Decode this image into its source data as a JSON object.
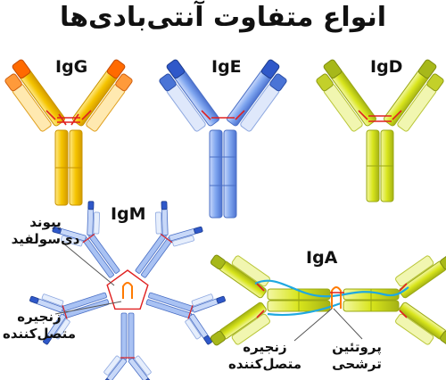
{
  "title": "انواع متفاوت آنتی‌بادی‌ها",
  "antibodies": {
    "igg": {
      "label": "IgG",
      "colors": {
        "base": "#f2c300",
        "top": "#ff6a00",
        "light": "#ffe27a",
        "dark": "#c99400"
      }
    },
    "ige": {
      "label": "IgE",
      "colors": {
        "base": "#7aa3ee",
        "top": "#2f58c9",
        "light": "#cfdcf8",
        "dark": "#4a6fc5"
      }
    },
    "igd": {
      "label": "IgD",
      "colors": {
        "base": "#d7e31d",
        "top": "#a7b81a",
        "light": "#eef58a",
        "dark": "#9aa814"
      }
    },
    "igm": {
      "label": "IgM"
    },
    "iga": {
      "label": "IgA"
    }
  },
  "callouts": {
    "disulfide": "پیوند\nدی‌سولفید",
    "j_chain_igm": "زنجیره\nمتصل‌کننده",
    "j_chain_iga": "زنجیره\nمتصل‌کننده",
    "secretory": "پروتئین\nترشحی"
  },
  "colors": {
    "bond": "#e02020",
    "secretory": "#1fa8e0",
    "jchain": "#ff7a00",
    "leader": "#555555"
  }
}
